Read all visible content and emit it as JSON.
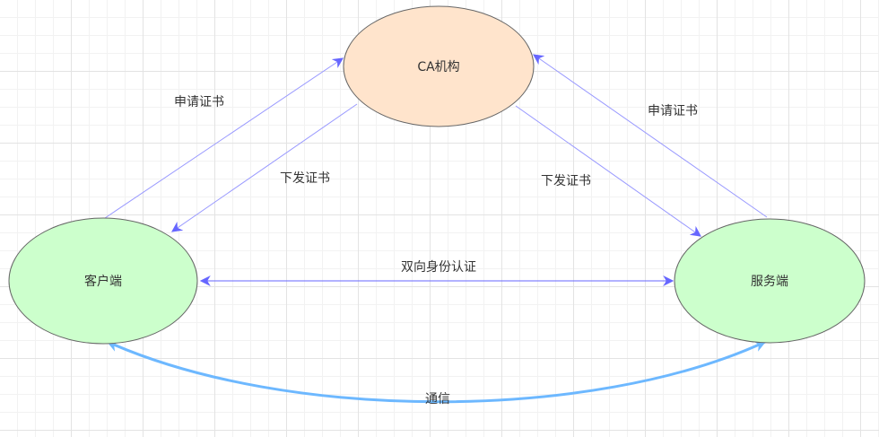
{
  "nodes": {
    "ca": {
      "label": "CA机构",
      "fill": "#ffe4cc"
    },
    "client": {
      "label": "客户端",
      "fill": "#ccffcc"
    },
    "server": {
      "label": "服务端",
      "fill": "#ccffcc"
    }
  },
  "edges": {
    "client_apply": "申请证书",
    "ca_issue_client": "下发证书",
    "ca_issue_server": "下发证书",
    "server_apply": "申请证书",
    "mutual_auth": "双向身份认证",
    "communication": "通信"
  },
  "colors": {
    "stroke": "#666666",
    "arrow": "#9999ff",
    "arrow_head": "#6666ff",
    "comm": "#6db8ff"
  }
}
